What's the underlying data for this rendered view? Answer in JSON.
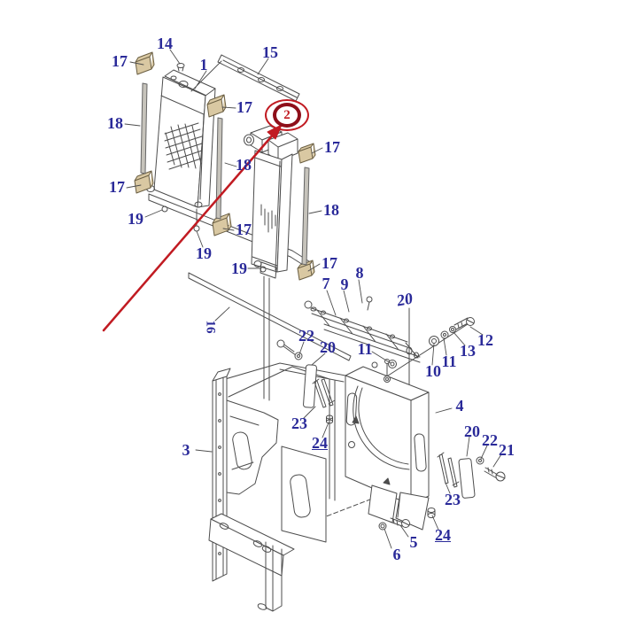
{
  "page": {
    "background": "#ffffff",
    "description": "Exploded parts diagram of a radiator / oil cooler and fan shroud assembly with numbered callouts"
  },
  "colors": {
    "callout_blue": "#2a2a99",
    "highlight_red": "#c11b22",
    "line": "#4d4d4d",
    "pad_tan": "#d9c8a2",
    "strip_gray": "#c6c3bb"
  },
  "highlight": {
    "label": "2"
  },
  "callouts": [
    {
      "label": "17"
    },
    {
      "label": "14"
    },
    {
      "label": "1"
    },
    {
      "label": "15"
    },
    {
      "label": "18"
    },
    {
      "label": "17"
    },
    {
      "label": "17"
    },
    {
      "label": "18"
    },
    {
      "label": "18"
    },
    {
      "label": "17"
    },
    {
      "label": "19"
    },
    {
      "label": "17"
    },
    {
      "label": "19"
    },
    {
      "label": "19"
    },
    {
      "label": "17"
    },
    {
      "label": "8"
    },
    {
      "label": "9"
    },
    {
      "label": "7"
    },
    {
      "label": "20"
    },
    {
      "label": "12"
    },
    {
      "label": "13"
    },
    {
      "label": "11"
    },
    {
      "label": "10"
    },
    {
      "label": "11"
    },
    {
      "label": "22"
    },
    {
      "label": "20"
    },
    {
      "label": "16"
    },
    {
      "label": "23"
    },
    {
      "label": "24"
    },
    {
      "label": "3"
    },
    {
      "label": "4"
    },
    {
      "label": "20"
    },
    {
      "label": "22"
    },
    {
      "label": "21"
    },
    {
      "label": "23"
    },
    {
      "label": "24"
    },
    {
      "label": "5"
    },
    {
      "label": "6"
    }
  ]
}
